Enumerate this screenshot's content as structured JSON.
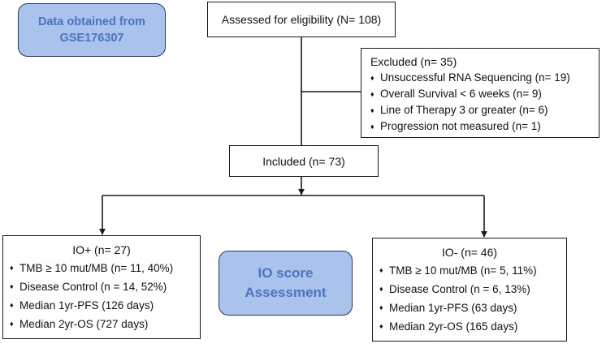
{
  "source_pill": {
    "line1": "Data obtained from",
    "line2": "GSE176307"
  },
  "assessed": {
    "label": "Assessed for eligibility (N= 108)"
  },
  "excluded": {
    "title": "Excluded (n= 35)",
    "items": [
      "Unsuccessful RNA Sequencing (n= 19)",
      "Overall Survival < 6 weeks (n= 9)",
      "Line of Therapy 3 or greater (n= 6)",
      "Progression not measured (n= 1)"
    ]
  },
  "included": {
    "label": "Included (n= 73)"
  },
  "io_positive": {
    "title": "IO+ (n= 27)",
    "items": [
      "TMB ≥ 10 mut/MB (n= 11, 40%)",
      "Disease Control (n = 14, 52%)",
      "Median 1yr-PFS (126 days)",
      "Median 2yr-OS (727 days)"
    ]
  },
  "io_negative": {
    "title": "IO- (n= 46)",
    "items": [
      "TMB ≥ 10 mut/MB (n= 5, 11%)",
      "Disease Control (n = 6, 13%)",
      "Median 1yr-PFS (63 days)",
      "Median 2yr-OS (165 days)"
    ]
  },
  "io_score_pill": {
    "line1": "IO score",
    "line2": "Assessment"
  },
  "bullet_glyph": "♦",
  "colors": {
    "pill_fill": "#a9c3ec",
    "pill_text": "#4a73c0",
    "pill_border": "#243a6a",
    "line": "#1a1a1a"
  }
}
